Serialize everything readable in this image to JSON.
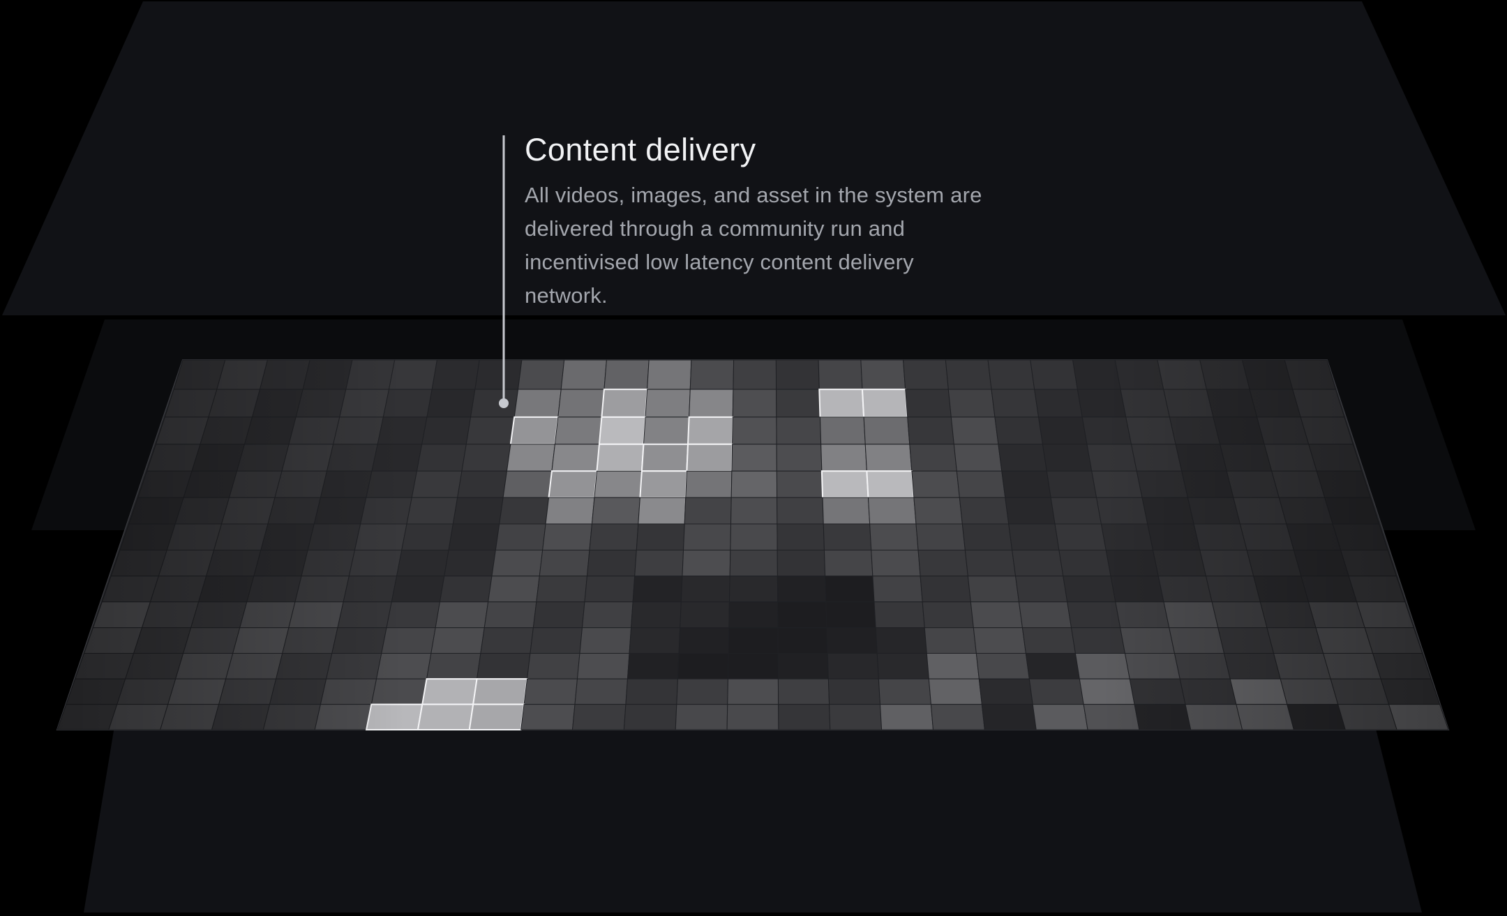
{
  "callout": {
    "title": "Content delivery",
    "description": "All videos, images, and asset in the system are delivered through a community run and incentivised low latency content delivery network."
  },
  "colors": {
    "background": "#000000",
    "layer": "#111216",
    "middle_layer": "#2a2b2f",
    "connector_line": "#c7c9cf",
    "title_text": "#f2f3f5",
    "body_text": "#a4a7ae",
    "highlight_stroke": "#f4f4f6"
  },
  "layers": [
    {
      "name": "top-layer"
    },
    {
      "name": "second-layer"
    },
    {
      "name": "pixel-grid-layer",
      "grid": {
        "columns": 27,
        "rows": 14
      }
    },
    {
      "name": "bottom-layer"
    }
  ]
}
